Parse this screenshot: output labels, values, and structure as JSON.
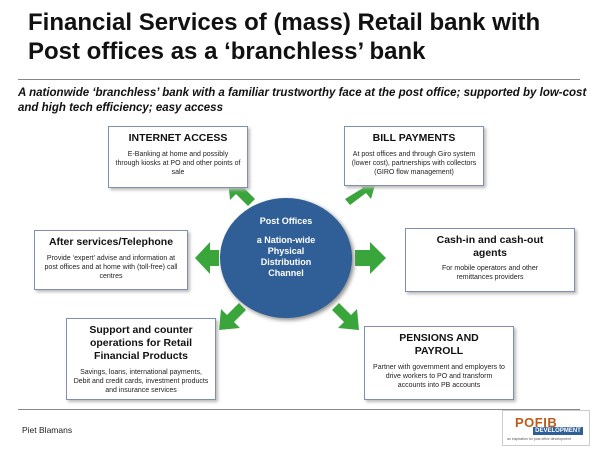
{
  "title": "Financial Services of (mass) Retail bank with Post offices as a ‘branchless’ bank",
  "subtitle": "A nationwide ‘branchless’ bank with a familiar trustworthy face at the post office; supported by low-cost and high tech efficiency; easy access",
  "hub": {
    "line1": "Post Offices",
    "line2": "a Nation-wide Physical Distribution Channel"
  },
  "boxes": {
    "internet": {
      "title": "INTERNET ACCESS",
      "desc": "E-Banking at home and possibly through kiosks at PO and other points of sale"
    },
    "bill": {
      "title": "BILL PAYMENTS",
      "desc": "At post offices and through Giro system (lower cost), partnerships with collectors (GIRO flow management)"
    },
    "after": {
      "title": "After services/Telephone",
      "desc": "Provide ‘expert’ advise and information at post offices and at home with (toll-free) call centres"
    },
    "cash": {
      "title": "Cash-in and cash-out agents",
      "desc": "For mobile operators and other remittances providers"
    },
    "support": {
      "title": "Support and counter operations for Retail Financial Products",
      "desc": "Savings, loans, international payments, Debit and credit cards, investment products and insurance services"
    },
    "pensions": {
      "title": "PENSIONS AND PAYROLL",
      "desc": "Partner with government and employers to drive workers to PO and transform accounts into PB accounts"
    }
  },
  "footer": {
    "author": "Piet Blamans",
    "logo_main": "POFIB",
    "logo_sub": "DEVELOPMENT",
    "logo_tag": "an inspiration for post office development"
  },
  "colors": {
    "hub": "#2f5f96",
    "arrow": "#3aa53a",
    "box_border": "#7f8fb0"
  }
}
